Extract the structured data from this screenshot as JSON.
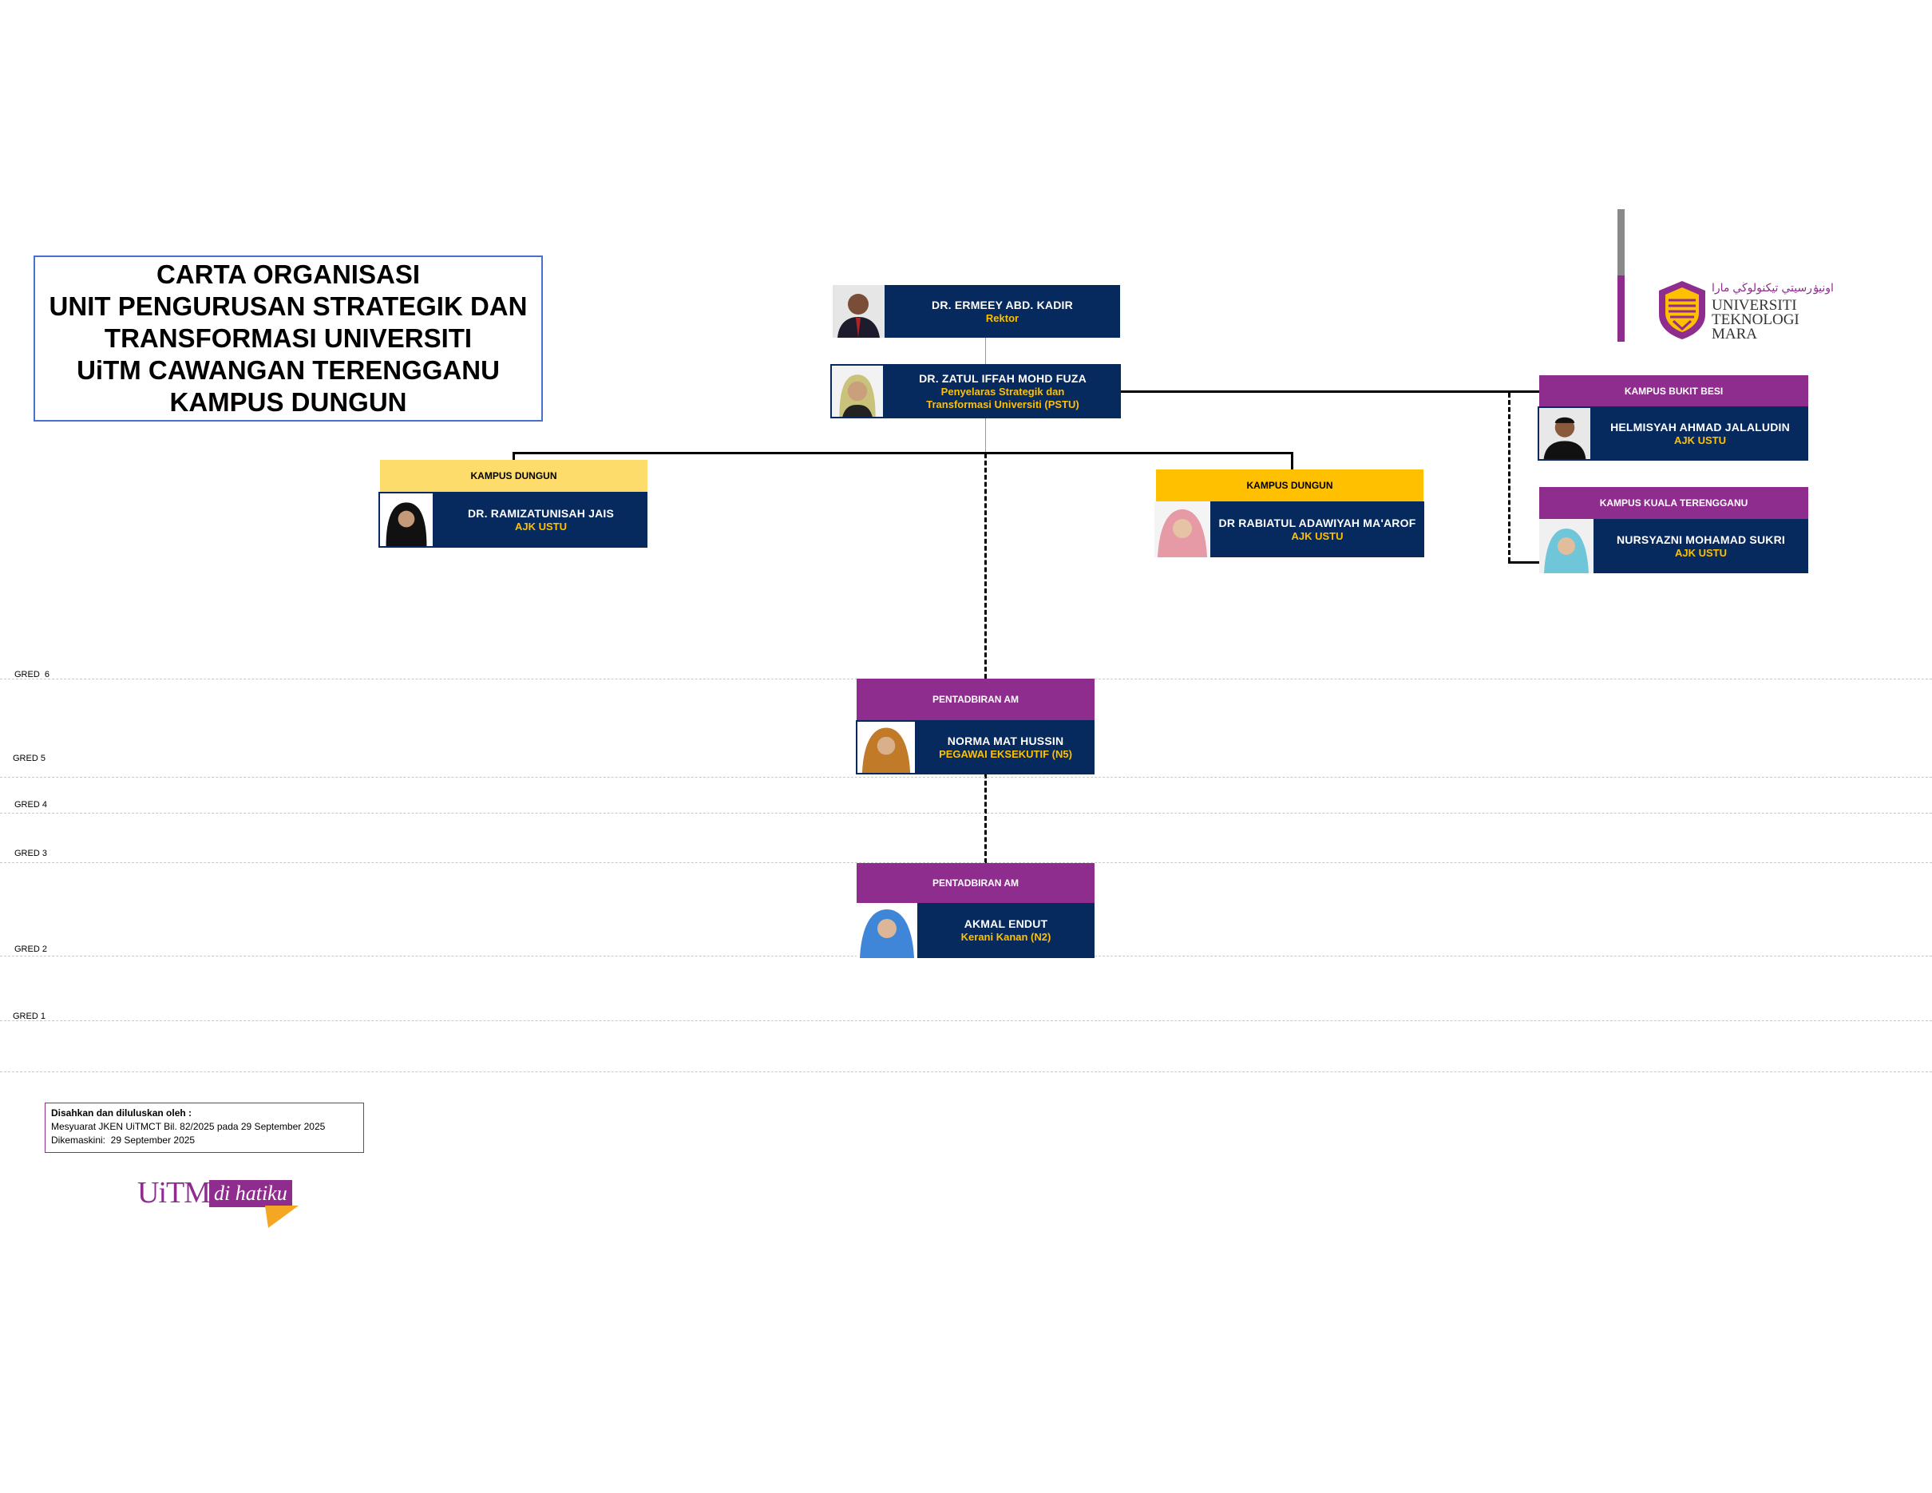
{
  "title": {
    "line1": "CARTA ORGANISASI",
    "line2": "UNIT PENGURUSAN STRATEGIK DAN",
    "line3": "TRANSFORMASI UNIVERSITI",
    "line4": "UiTM CAWANGAN TERENGGANU",
    "line5": "KAMPUS DUNGUN"
  },
  "logo": {
    "line1": "UNIVERSITI",
    "line2": "TEKNOLOGI",
    "line3": "MARA",
    "jawi": "اونيۏرسيتي تيكنولوڬي مارا"
  },
  "people": {
    "rektor": {
      "name": "DR. ERMEEY ABD. KADIR",
      "role": "Rektor"
    },
    "pstu": {
      "name": "DR. ZATUL IFFAH MOHD FUZA",
      "role_line1": "Penyelaras Strategik dan",
      "role_line2": "Transformasi Universiti (PSTU)"
    },
    "ramizatunisah": {
      "header": "KAMPUS DUNGUN",
      "name": "DR. RAMIZATUNISAH JAIS",
      "role": "AJK USTU"
    },
    "rabiatul": {
      "header": "KAMPUS DUNGUN",
      "name": "DR RABIATUL ADAWIYAH MA'AROF",
      "role": "AJK USTU"
    },
    "helmisyah": {
      "header": "KAMPUS BUKIT BESI",
      "name": "HELMISYAH AHMAD JALALUDIN",
      "role": "AJK USTU"
    },
    "nursyazni": {
      "header": "KAMPUS KUALA TERENGGANU",
      "name": "NURSYAZNI MOHAMAD SUKRI",
      "role": "AJK USTU"
    },
    "norma": {
      "header": "PENTADBIRAN AM",
      "name": "NORMA MAT HUSSIN",
      "role": "PEGAWAI EKSEKUTIF (N5)"
    },
    "akmal": {
      "header": "PENTADBIRAN AM",
      "name": "AKMAL ENDUT",
      "role": "Kerani Kanan (N2)"
    }
  },
  "grades": [
    "GRED  6",
    "GRED 5",
    "GRED 4",
    "GRED 3",
    "GRED 2",
    "GRED 1"
  ],
  "footer": {
    "heading": "Disahkan dan diluluskan oleh :",
    "meeting": "Mesyuarat JKEN UiTMCT Bil. 82/2025 pada 29 September 2025",
    "updated": "Dikemaskini:  29 September 2025"
  },
  "badge": {
    "main": "UiTM",
    "sub": "di hatiku"
  },
  "colors": {
    "navy": "#06295e",
    "purple": "#8e2d8e",
    "gold": "#ffc000",
    "light_yellow": "#fddc6c"
  }
}
